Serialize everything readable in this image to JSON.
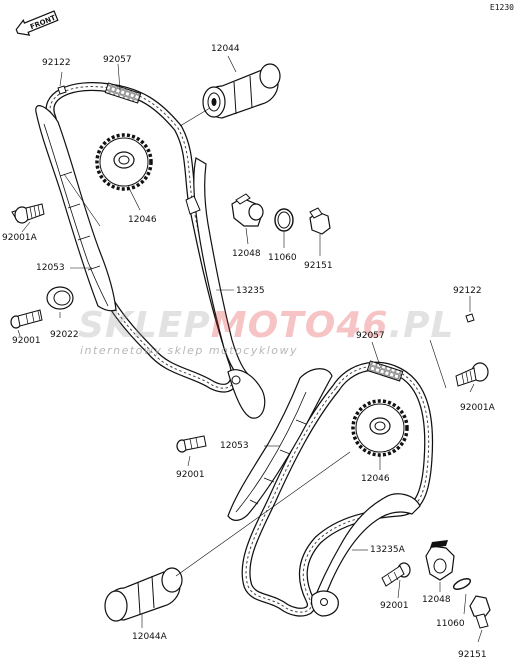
{
  "diagram_code": "E1230",
  "front_label": "FRONT",
  "watermark": {
    "part1": "SKLEP",
    "part2": "MOTO",
    "part3": "46",
    "part4": ".PL",
    "tagline": "internetowy sklep motocyklowy",
    "color_grey": "#9a9a9a",
    "color_red": "#e03030"
  },
  "callouts": {
    "c92122_top": "92122",
    "c92057_top": "92057",
    "c12044": "12044",
    "c12046_top": "12046",
    "c92001a_top": "92001A",
    "c12053_top": "12053",
    "c12048_top": "12048",
    "c11060_top": "11060",
    "c92151_top": "92151",
    "c13235": "13235",
    "c92001_top": "92001",
    "c92022": "92022",
    "c92122_bot": "92122",
    "c92057_bot": "92057",
    "c92001a_bot": "92001A",
    "c12053_bot": "12053",
    "c92001_mid": "92001",
    "c12046_bot": "12046",
    "c13235a": "13235A",
    "c92001_bot": "92001",
    "c12048_bot": "12048",
    "c11060_bot": "11060",
    "c92151_bot": "92151",
    "c12044a": "12044A"
  }
}
